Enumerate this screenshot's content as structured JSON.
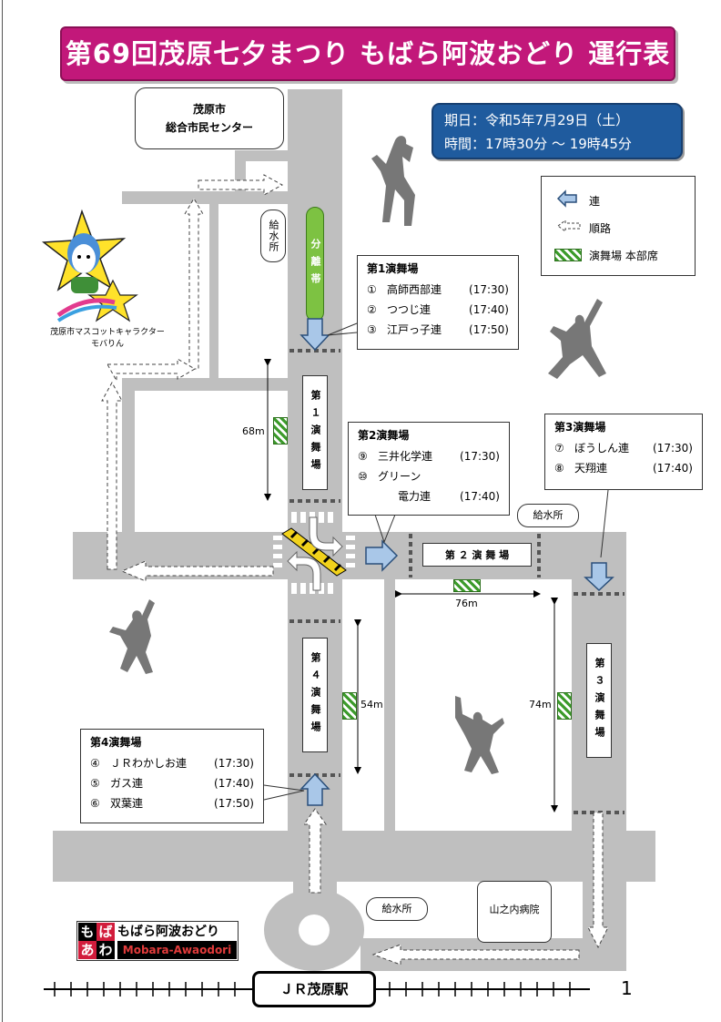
{
  "title": "第69回茂原七夕まつり もばら阿波おどり 運行表",
  "schedule": {
    "date": "期日：令和5年7月29日（土）",
    "time": "時間：17時30分 ～ 19時45分"
  },
  "legend": {
    "items": [
      "連",
      "順路",
      "演舞場 本部席"
    ]
  },
  "places": {
    "civic_center_line1": "茂原市",
    "civic_center_line2": "総合市民センター",
    "water_station": "給水所",
    "water_station_vertical": "給水所",
    "hospital": "山之内病院",
    "station": "ＪＲ茂原駅",
    "median": "分離帯"
  },
  "mascot": {
    "caption_line1": "茂原市マスコットキャラクター",
    "caption_line2": "モバりん"
  },
  "stages": {
    "stage1": {
      "label": "第1演舞場",
      "vertical": "第１演舞場",
      "length": "68m",
      "groups": [
        {
          "num": "①",
          "name": "高師西部連",
          "time": "(17:30)"
        },
        {
          "num": "②",
          "name": "つつじ連",
          "time": "(17:40)"
        },
        {
          "num": "③",
          "name": "江戸っ子連",
          "time": "(17:50)"
        }
      ]
    },
    "stage2": {
      "label": "第2演舞場",
      "horizontal": "第 ２ 演 舞 場",
      "length": "76m",
      "groups": [
        {
          "num": "⑨",
          "name": "三井化学連",
          "time": "(17:30)"
        },
        {
          "num": "⑩",
          "name": "グリーン",
          "time": ""
        },
        {
          "num": "",
          "name": "電力連",
          "time": "(17:40)"
        }
      ]
    },
    "stage3": {
      "label": "第3演舞場",
      "vertical": "第３演舞場",
      "length": "74m",
      "groups": [
        {
          "num": "⑦",
          "name": "ぼうしん連",
          "time": "(17:30)"
        },
        {
          "num": "⑧",
          "name": "天翔連",
          "time": "(17:40)"
        }
      ]
    },
    "stage4": {
      "label": "第4演舞場",
      "vertical": "第４演舞場",
      "length": "54m",
      "groups": [
        {
          "num": "④",
          "name": "ＪＲわかしお連",
          "time": "(17:30)"
        },
        {
          "num": "⑤",
          "name": "ガス連",
          "time": "(17:40)"
        },
        {
          "num": "⑥",
          "name": "双葉連",
          "time": "(17:50)"
        }
      ]
    }
  },
  "logo": {
    "sq1": "も",
    "sq2": "ば",
    "sq3": "あ",
    "sq4": "わ",
    "jp": "もばら阿波おどり",
    "en": "Mobara-Awaodori"
  },
  "page_number": "1",
  "colors": {
    "title_bg": "#c2187a",
    "date_bg": "#1f5b9e",
    "road": "#bfbfbf",
    "median": "#7dc242",
    "stage_hatch": "#3c9b2b",
    "arrow_fill": "#a9c7e8"
  }
}
